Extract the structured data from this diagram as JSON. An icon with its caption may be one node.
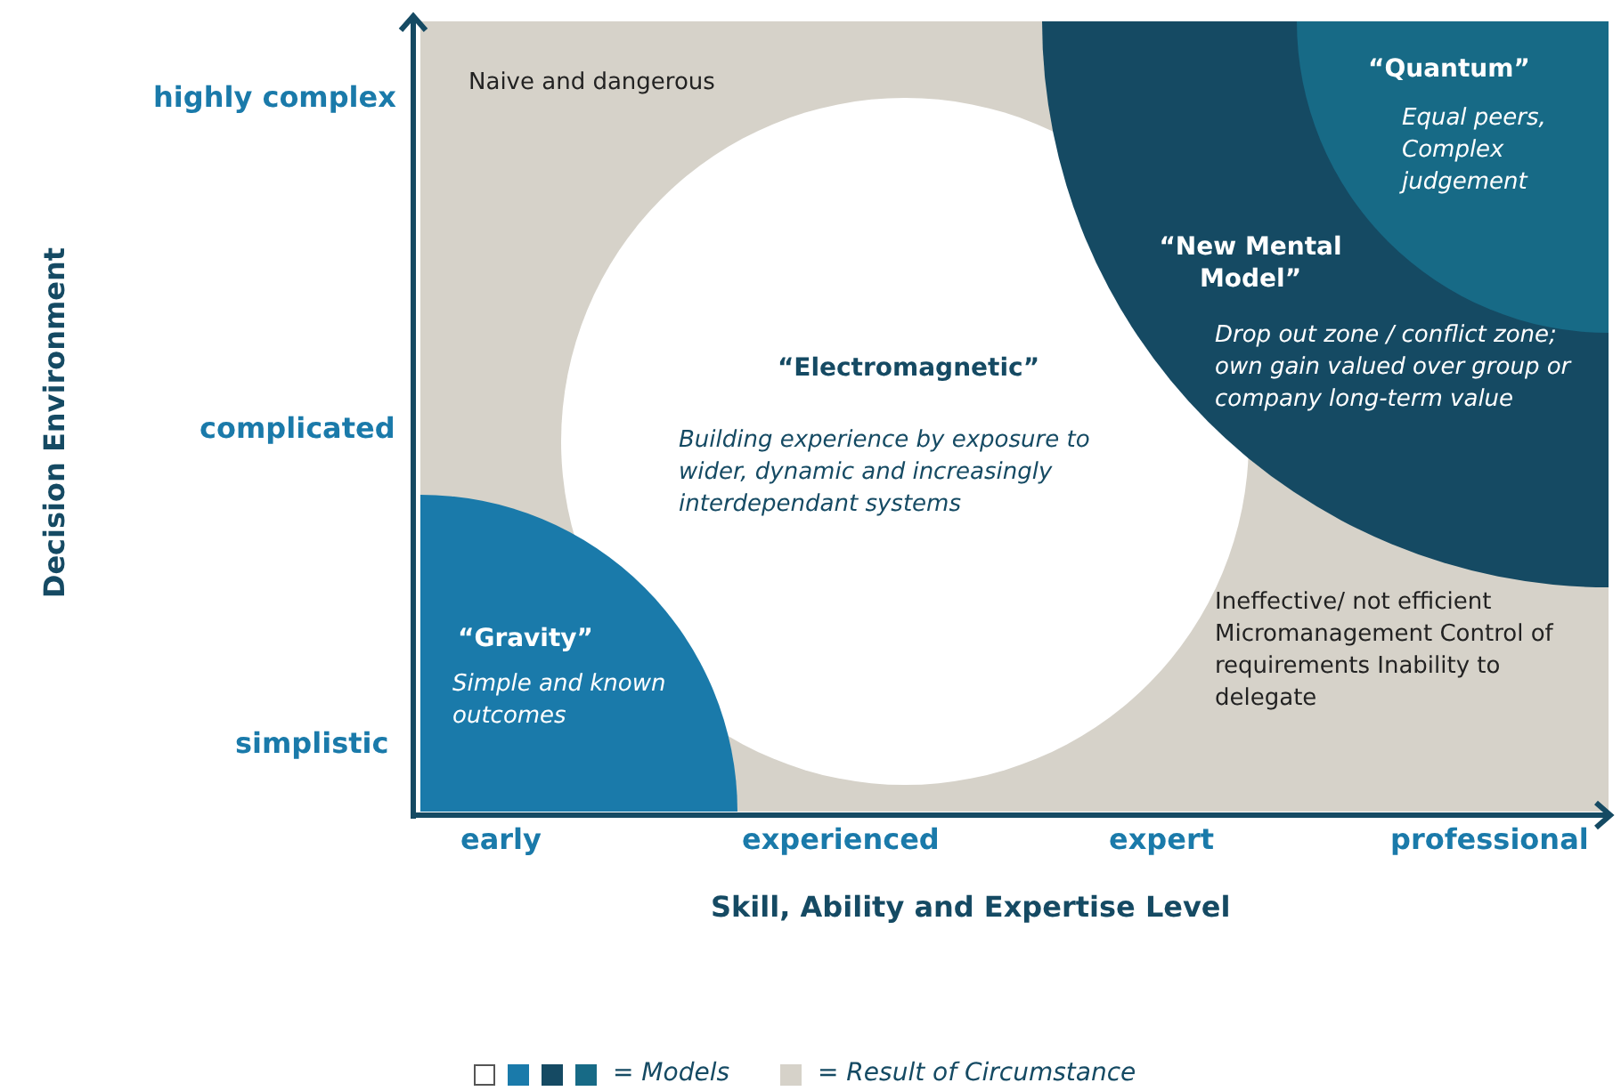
{
  "diagram": {
    "nodes": [
      {
        "text": [
          "Naive and dangerous",
          "Ineffective/ not efficient Micromanagement Control of requirements Inability to delegate"
        ]
      },
      {
        "text": [
          "“Electromagnetic”",
          "Building experience by exposure to wider, dynamic and increasingly interdependant systems"
        ],
        "in": 0
      },
      {
        "text": [
          "“Gravity”",
          "Simple and known outcomes"
        ],
        "in": 0
      },
      {
        "text": [
          "“New Mental Model”",
          "Drop out zone / conflict zone; own gain valued over group or company long-term value"
        ],
        "in": 0
      },
      {
        "text": [
          "“Quantum”",
          "Equal peers, Complex judgement"
        ],
        "in": 3
      }
    ],
    "edges": [],
    "labels": [
      "highly complex",
      "complicated",
      "simplistic",
      "Decision Environment",
      "early",
      "experienced",
      "expert",
      "professional",
      "Skill, Ability and Expertise Level"
    ],
    "legend": [
      {
        "text": "= Models"
      },
      {
        "text": "= Result of Circumstance",
        "color": "#d6d2c9"
      }
    ]
  }
}
